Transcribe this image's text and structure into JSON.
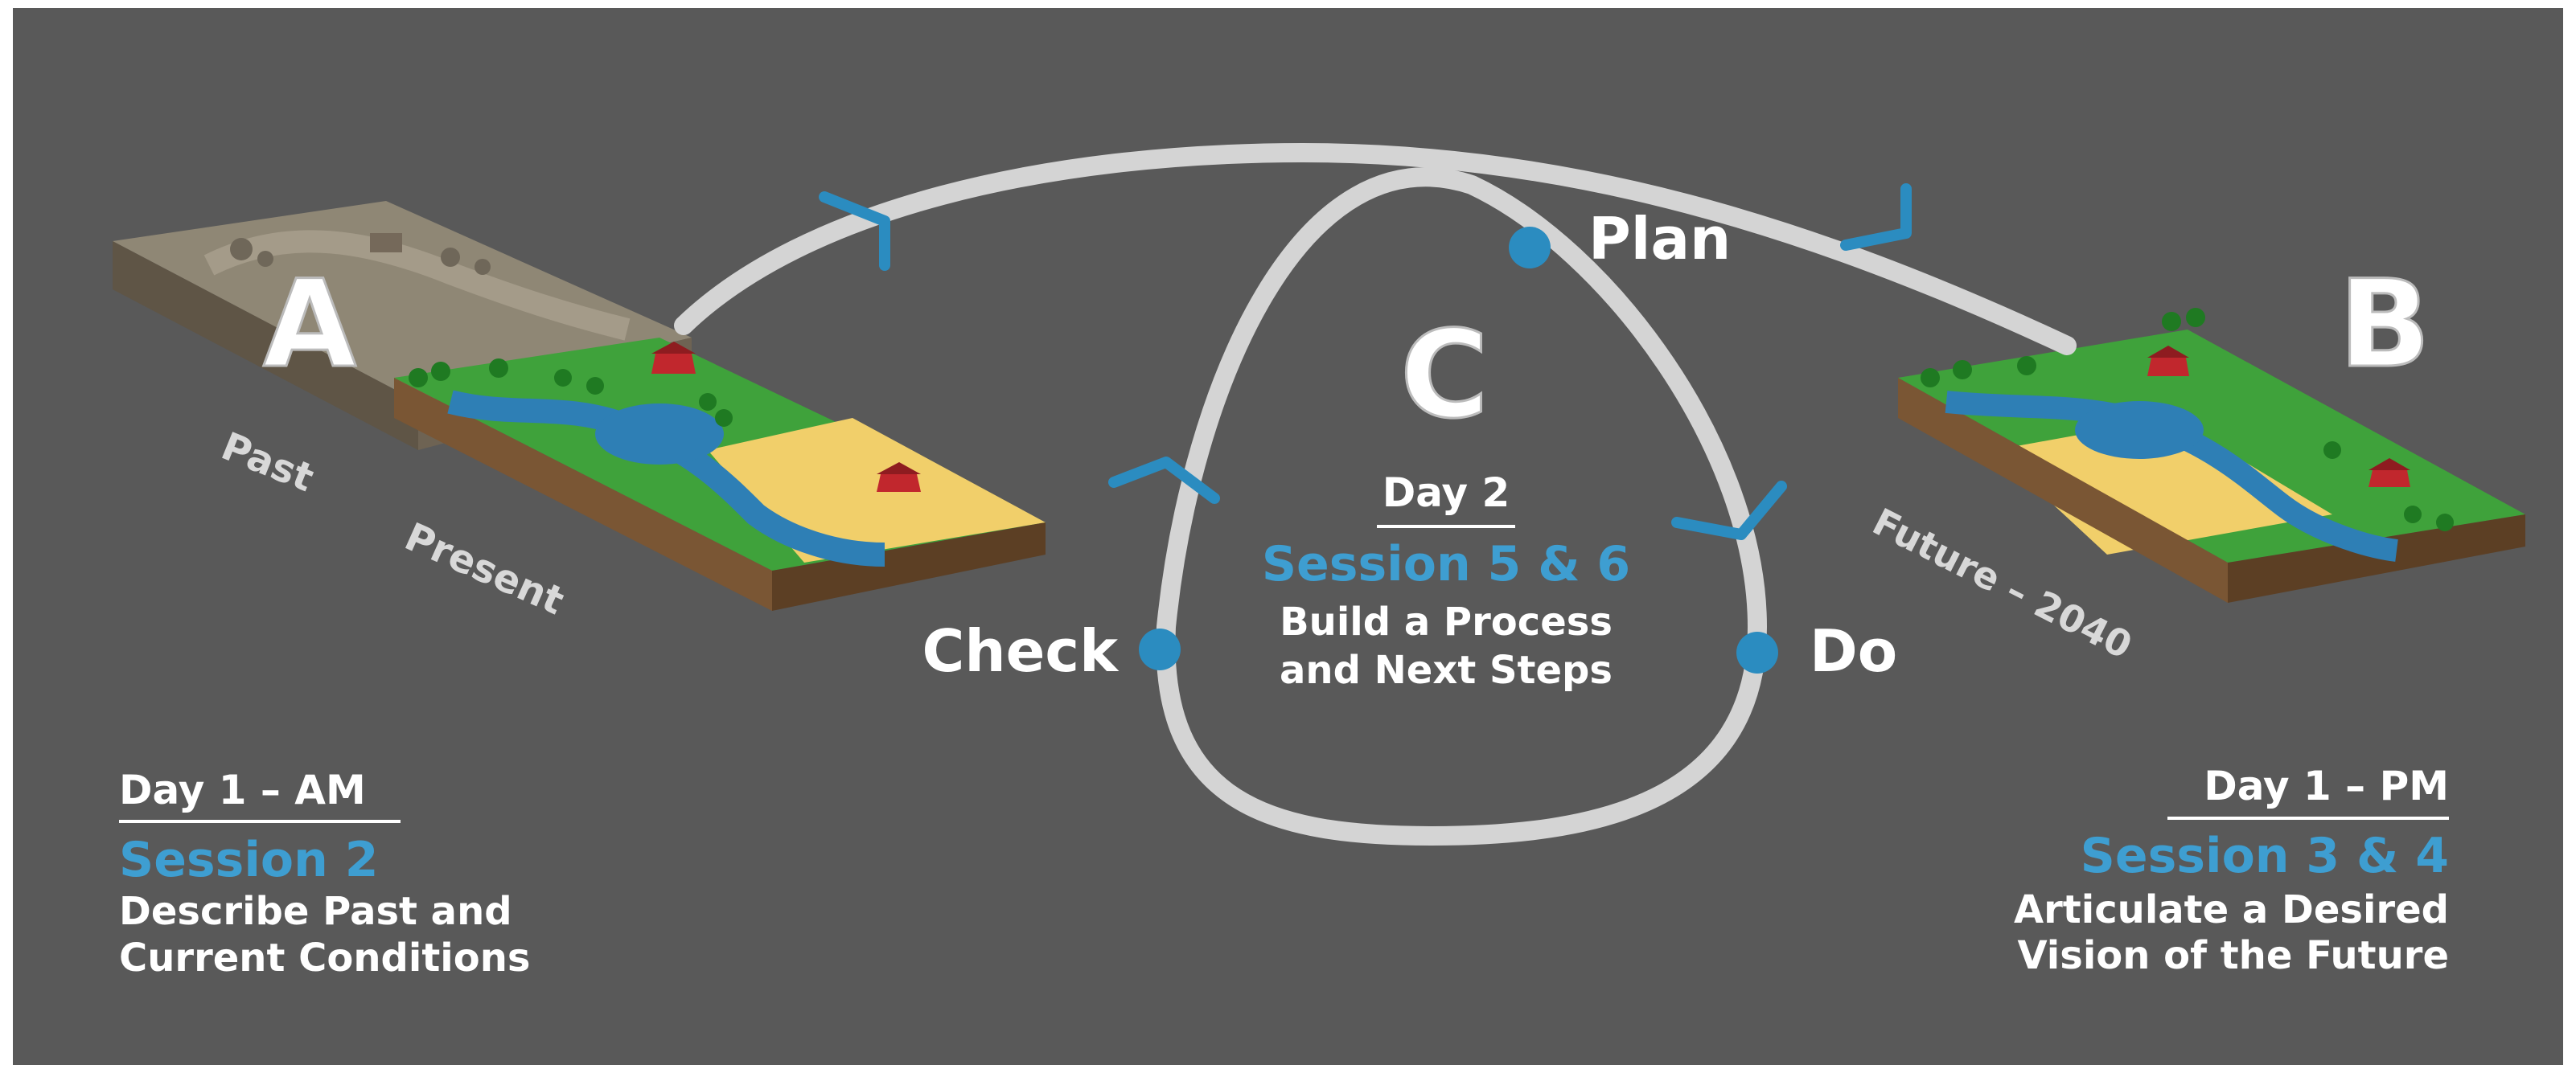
{
  "colors": {
    "background": "#595959",
    "frame": "#ffffff",
    "loop": "#d4d4d4",
    "accent": "#2b8cc0",
    "session_text": "#3e9ed1",
    "text": "#ffffff",
    "terrain_past": "#8c8271",
    "terrain_green": "#3da13a",
    "terrain_sand": "#f0cf6b",
    "terrain_water": "#2e7fb5",
    "terrain_soil": "#6b4a2d"
  },
  "letters": {
    "a": "A",
    "b": "B",
    "c": "C"
  },
  "landscapes": {
    "past": "Past",
    "present": "Present",
    "future": "Future – 2040"
  },
  "cycle": {
    "plan": "Plan",
    "do": "Do",
    "check": "Check"
  },
  "center": {
    "day": "Day 2",
    "session": "Session 5 & 6",
    "desc_line1": "Build a Process",
    "desc_line2": "and Next Steps"
  },
  "left": {
    "day": "Day 1 – AM",
    "session": "Session 2",
    "desc_line1": "Describe Past and",
    "desc_line2": "Current Conditions"
  },
  "right": {
    "day": "Day 1 – PM",
    "session": "Session 3 & 4",
    "desc_line1": "Articulate a Desired",
    "desc_line2": "Vision of the Future"
  },
  "icons": [
    "farmland-landscape",
    "barn-icon",
    "tree-icon",
    "direction-arrow-icon",
    "cycle-node-dot"
  ]
}
